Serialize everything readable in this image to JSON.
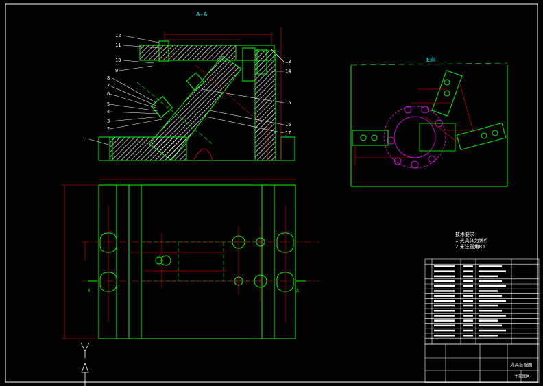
{
  "views": {
    "section_label": "A-A",
    "detail_label": "E向",
    "view_arrow_label": "Y",
    "cut_labels": [
      "A",
      "A"
    ]
  },
  "balloons": [
    "1",
    "2",
    "3",
    "4",
    "5",
    "6",
    "7",
    "8",
    "9",
    "10",
    "11",
    "12",
    "13",
    "14",
    "15",
    "16",
    "17"
  ],
  "tech_requirements": {
    "title": "技术要求",
    "items": [
      "1.夹具体为铸件",
      "2.未注圆角R5"
    ]
  },
  "title_block": {
    "drawing_name": "夹具装配图",
    "subtitle": "主视图A"
  },
  "colors": {
    "background": "#000000",
    "outline": "#00ff00",
    "dimension": "#ff0000",
    "section_hatch": "#ffffff",
    "workpiece": "#ff00ff",
    "title_text": "#00ffff",
    "frame": "#ffffff"
  }
}
